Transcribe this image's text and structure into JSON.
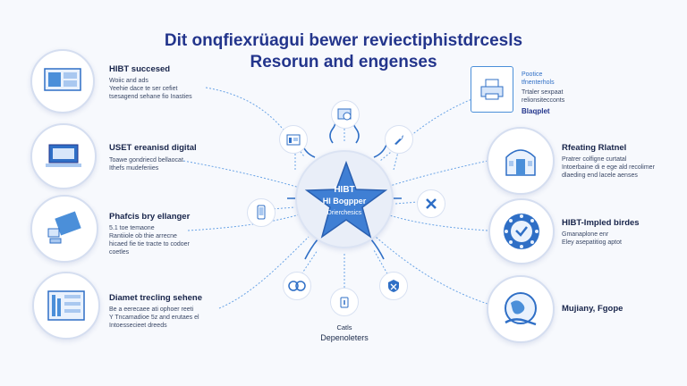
{
  "title": {
    "line1": "Dit onqfiexrüagui bewer reviectiphistdrcesls",
    "line2": "Resorun and engenses"
  },
  "center": {
    "line1": "HIBT",
    "line2": "HI Bogpper",
    "line3": "Drierchesics"
  },
  "left_items": [
    {
      "title": "HIBT succesed",
      "lines": [
        "Woiic and ads",
        "Yeehie dace te ser cefiet",
        "tsesagend sehane fio Inasties"
      ],
      "icon": "monitor-icon"
    },
    {
      "title": "USET ereanisd digital",
      "lines": [
        "Toawe gondriecd bellaocat",
        "Ithefs mudeferiies"
      ],
      "icon": "laptop-icon"
    },
    {
      "title": "Phafcis bry ellanger",
      "lines": [
        "5.1 toe temaone",
        "Rantiiole ob thie arrecne",
        "hicaed fie tie tracte to codoer",
        "coetles"
      ],
      "icon": "document-transfer-icon"
    },
    {
      "title": "Diamet trecling sehene",
      "lines": [
        "Be a eerecaee ati ophoer reeti",
        "Y Tncamadioe 5z and erutaes el",
        "Intoessecieet dreeds"
      ],
      "icon": "data-panel-icon"
    }
  ],
  "right_items": [
    {
      "title": "Rfeating Rlatnel",
      "lines": [
        "Pratrer colfigne curtatal",
        "Intoerbaine di e ege ald recolimer",
        "dlaeding end lacele aenses"
      ],
      "icon": "building-icon"
    },
    {
      "title": "HIBT-Impled birdes",
      "lines": [
        "Gmanaplone enr",
        "Eley asepatitiog aptot"
      ],
      "icon": "globe-network-icon"
    },
    {
      "title": "Mujiany, Fgope",
      "lines": [],
      "icon": "globe-hand-icon"
    }
  ],
  "top_right": {
    "lines": [
      "Pootice",
      "tfnenterhols",
      "Trtaler sexpaat",
      "relionsitecconts"
    ],
    "tag": "Blaqplet",
    "icon": "printer-icon"
  },
  "bottom": {
    "line1": "Catls",
    "line2": "Depenoleters"
  },
  "colors": {
    "title": "#23358c",
    "star": "#3f7fd4",
    "accent": "#4b8fd9",
    "line": "#6aa4e6"
  }
}
